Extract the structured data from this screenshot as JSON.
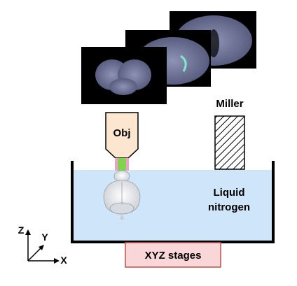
{
  "labels": {
    "objective": "Obj",
    "miller": "Miller",
    "liquid_line1": "Liquid",
    "liquid_line2": "nitrogen",
    "stage": "XYZ stages"
  },
  "axes": {
    "z": "Z",
    "y": "Y",
    "x": "X"
  },
  "slices": [
    {
      "name": "brain-slice-front"
    },
    {
      "name": "brain-slice-middle"
    },
    {
      "name": "brain-slice-back"
    }
  ],
  "colors": {
    "liquid": "#cfe5fa",
    "stage_fill": "#f9d7d9",
    "stage_border": "#c0504d",
    "objective_body": "#fde6cf",
    "objective_tip_pink": "#f0a0c8",
    "objective_tip_green": "#7fd34f",
    "slice_bg": "#000000"
  }
}
